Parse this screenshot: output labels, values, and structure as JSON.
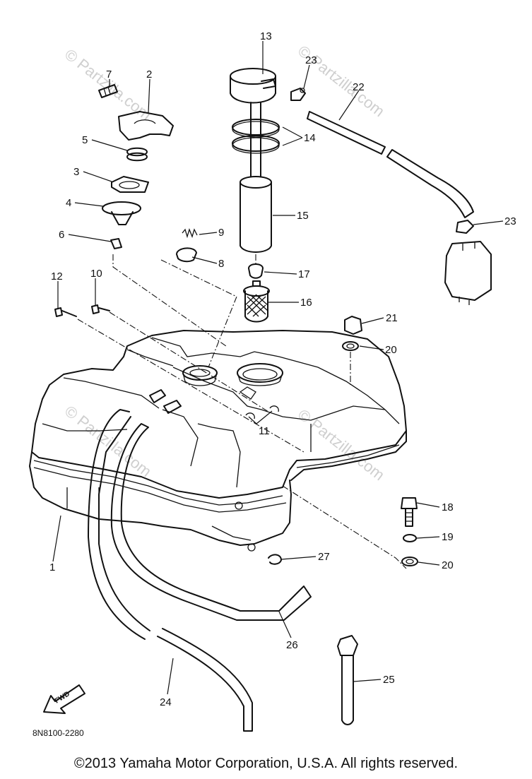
{
  "diagram": {
    "diagram_code": "8N8100-2280",
    "forward_label": "FWD",
    "watermarks": [
      "© Partzilla.com",
      "© Partzilla.com",
      "© Partzilla.com",
      "© Partzilla.com"
    ]
  },
  "callouts": [
    "1",
    "2",
    "3",
    "4",
    "5",
    "6",
    "7",
    "8",
    "9",
    "10",
    "11",
    "12",
    "13",
    "14",
    "15",
    "16",
    "17",
    "18",
    "19",
    "20",
    "20",
    "21",
    "22",
    "23",
    "23",
    "24",
    "25",
    "26",
    "27"
  ],
  "footer": {
    "copyright": "©2013 Yamaha Motor Corporation, U.S.A. All rights reserved."
  }
}
